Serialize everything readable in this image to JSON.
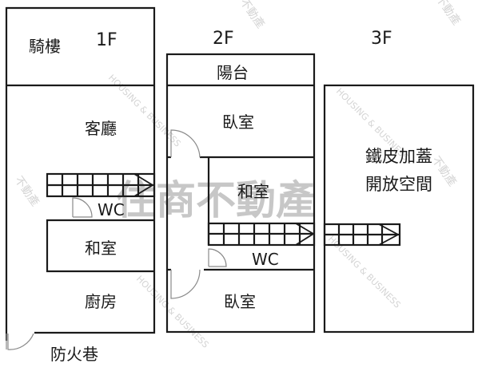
{
  "floors": [
    {
      "label": "1F",
      "rooms": {
        "arcade": "騎樓",
        "living_room": "客廳",
        "wc": "WC",
        "japanese_room": "和室",
        "kitchen": "廚房"
      },
      "outside": "防火巷",
      "stair_columns": 7
    },
    {
      "label": "2F",
      "rooms": {
        "balcony": "陽台",
        "bedroom_front": "臥室",
        "japanese_room": "和室",
        "wc": "WC",
        "bedroom_back": "臥室"
      },
      "stair_columns": 7
    },
    {
      "label": "3F",
      "rooms": {
        "addition_line1": "鐵皮加蓋",
        "addition_line2": "開放空間"
      },
      "stair_columns": 5
    }
  ],
  "watermark": {
    "main": "住商不動產",
    "main_prefix": "",
    "small": "不動產",
    "english": "HOUSING & BUSINESS"
  },
  "colors": {
    "wall": "#1a1a1a",
    "door": "#8a8a8a",
    "watermark": "#9a9a9a",
    "background": "#ffffff"
  }
}
